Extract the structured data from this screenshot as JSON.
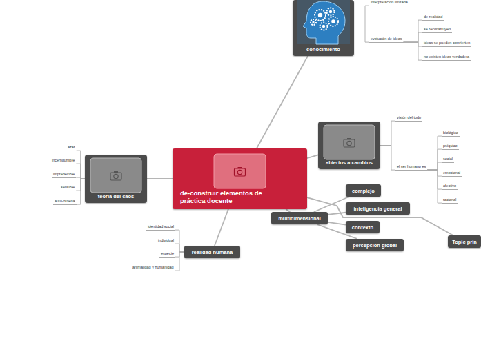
{
  "diagram": {
    "nodes": [
      {
        "text": [
          "de-construir elementos de práctica docente"
        ]
      },
      {
        "text": [
          "conocimiento"
        ]
      },
      {
        "text": [
          "interpretación limitada"
        ]
      },
      {
        "text": [
          "evolución de ideas"
        ]
      },
      {
        "text": [
          "de realidad"
        ]
      },
      {
        "text": [
          "se reconstruyen"
        ]
      },
      {
        "text": [
          "ideas se pueden convierten"
        ]
      },
      {
        "text": [
          "no existen ideas verdadera"
        ]
      },
      {
        "text": [
          "abiertos a cambios"
        ]
      },
      {
        "text": [
          "visión del todo"
        ]
      },
      {
        "text": [
          "el ser humano es"
        ]
      },
      {
        "text": [
          "biológico"
        ]
      },
      {
        "text": [
          "psíquico"
        ]
      },
      {
        "text": [
          "social"
        ]
      },
      {
        "text": [
          "emocional"
        ]
      },
      {
        "text": [
          "afectivo"
        ]
      },
      {
        "text": [
          "racional"
        ]
      },
      {
        "text": [
          "teoría del caos"
        ]
      },
      {
        "text": [
          "azar"
        ]
      },
      {
        "text": [
          "incertidumbre"
        ]
      },
      {
        "text": [
          "impredecible"
        ]
      },
      {
        "text": [
          "sensible"
        ]
      },
      {
        "text": [
          "auto-ordena"
        ]
      },
      {
        "text": [
          "realidad humana"
        ]
      },
      {
        "text": [
          "identidad social"
        ]
      },
      {
        "text": [
          "individual"
        ]
      },
      {
        "text": [
          "especie"
        ]
      },
      {
        "text": [
          "animalidad y humanidad"
        ]
      },
      {
        "text": [
          "multidimensional"
        ]
      },
      {
        "text": [
          "complejo"
        ]
      },
      {
        "text": [
          "inteligencia general"
        ]
      },
      {
        "text": [
          "contexto"
        ]
      },
      {
        "text": [
          "percepción global"
        ]
      },
      {
        "text": [
          "Topic prin"
        ]
      }
    ],
    "edges": [
      {
        "from": 0,
        "to": 1,
        "arrow": "none"
      },
      {
        "from": 0,
        "to": 8,
        "arrow": "none"
      },
      {
        "from": 0,
        "to": 17,
        "arrow": "none"
      },
      {
        "from": 0,
        "to": 23,
        "arrow": "none"
      },
      {
        "from": 0,
        "to": 28,
        "arrow": "none"
      },
      {
        "from": 0,
        "to": 33,
        "arrow": "none"
      },
      {
        "from": 1,
        "to": 2,
        "arrow": "none"
      },
      {
        "from": 1,
        "to": 3,
        "arrow": "none"
      },
      {
        "from": 3,
        "to": 4,
        "arrow": "none"
      },
      {
        "from": 3,
        "to": 5,
        "arrow": "none"
      },
      {
        "from": 3,
        "to": 6,
        "arrow": "none"
      },
      {
        "from": 3,
        "to": 7,
        "arrow": "none"
      },
      {
        "from": 8,
        "to": 9,
        "arrow": "none"
      },
      {
        "from": 8,
        "to": 10,
        "arrow": "none"
      },
      {
        "from": 10,
        "to": 11,
        "arrow": "none"
      },
      {
        "from": 10,
        "to": 12,
        "arrow": "none"
      },
      {
        "from": 10,
        "to": 13,
        "arrow": "none"
      },
      {
        "from": 10,
        "to": 14,
        "arrow": "none"
      },
      {
        "from": 10,
        "to": 15,
        "arrow": "none"
      },
      {
        "from": 10,
        "to": 16,
        "arrow": "none"
      },
      {
        "from": 17,
        "to": 18,
        "arrow": "none"
      },
      {
        "from": 17,
        "to": 19,
        "arrow": "none"
      },
      {
        "from": 17,
        "to": 20,
        "arrow": "none"
      },
      {
        "from": 17,
        "to": 21,
        "arrow": "none"
      },
      {
        "from": 17,
        "to": 22,
        "arrow": "none"
      },
      {
        "from": 23,
        "to": 24,
        "arrow": "none"
      },
      {
        "from": 23,
        "to": 25,
        "arrow": "none"
      },
      {
        "from": 23,
        "to": 26,
        "arrow": "none"
      },
      {
        "from": 23,
        "to": 27,
        "arrow": "none"
      },
      {
        "from": 28,
        "to": 29,
        "arrow": "none"
      },
      {
        "from": 28,
        "to": 30,
        "arrow": "none"
      },
      {
        "from": 28,
        "to": 31,
        "arrow": "none"
      },
      {
        "from": 28,
        "to": 32,
        "arrow": "none"
      }
    ]
  }
}
